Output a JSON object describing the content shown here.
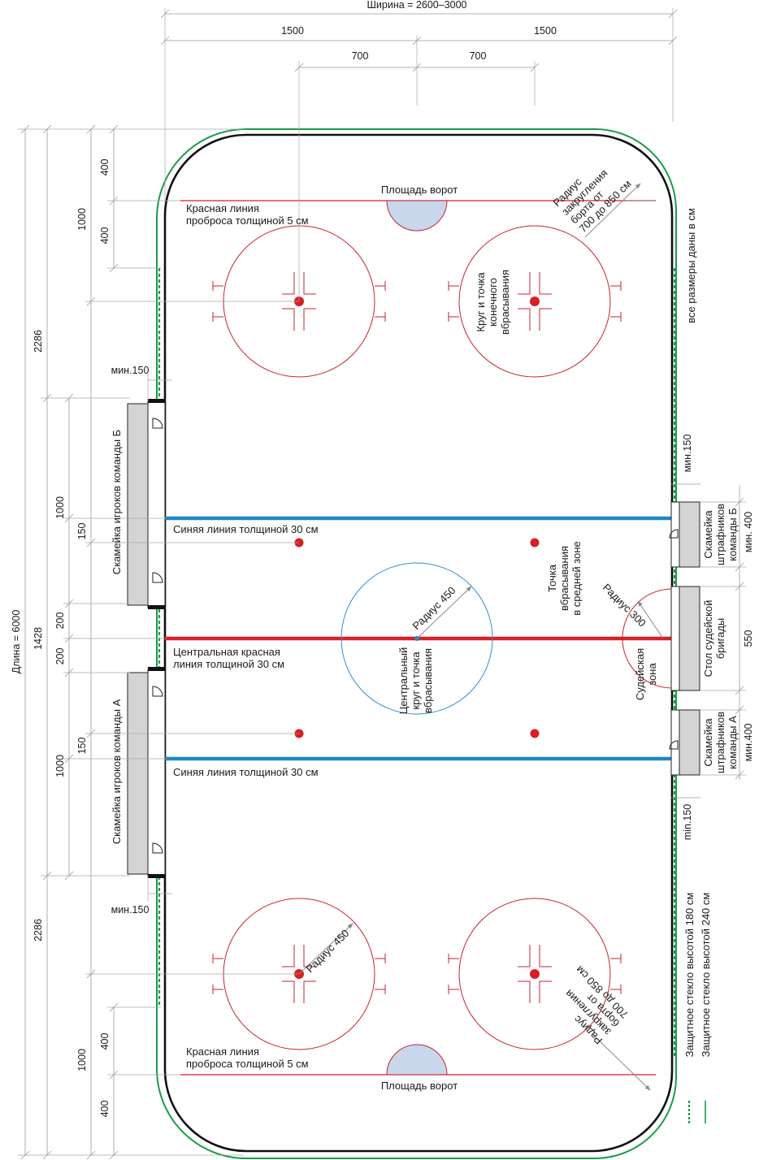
{
  "colors": {
    "red": "#d81f26",
    "blue": "#1f87c6",
    "thin_red": "#c8232c",
    "thin_blue": "#2e8fcf",
    "green": "#1a9b48",
    "board": "#111111",
    "bench_fill": "#d4d4d4",
    "crease_fill": "#c9d7ec",
    "arrow": "#8a8a8a"
  },
  "labels": {
    "width_total": "Ширина = 2600–3000",
    "half_width_left": "1500",
    "half_width_right": "1500",
    "faceoff_offset_left": "700",
    "faceoff_offset_right": "700",
    "length_total": "Длина = 6000",
    "zone_top": "2286",
    "zone_mid": "1428",
    "zone_bottom": "2286",
    "goal_line_top_dist": "1000",
    "goal_line_top_400a": "400",
    "goal_line_top_400b": "400",
    "goal_line_bottom_dist": "1000",
    "goal_line_bottom_400a": "400",
    "goal_line_bottom_400b": "400",
    "bench_b_len": "1000",
    "bench_a_len": "1000",
    "bench_b_150": "150",
    "bench_a_150": "150",
    "center_200a": "200",
    "center_200b": "200",
    "min150_top_left": "мин.150",
    "min150_bottom_left": "мин.150",
    "min150_right_top": "мин.150",
    "min150_right_bottom": "min.150",
    "penalty_b_min400": "мин. 400",
    "penalty_a_min400": "мин.400",
    "official_550": "550",
    "goal_crease_top": "Площадь ворот",
    "goal_crease_bottom": "Площадь ворот",
    "goal_line_top_1": "Красная линия",
    "goal_line_top_2": "проброса толщиной 5 см",
    "goal_line_bottom_1": "Красная линия",
    "goal_line_bottom_2": "проброса толщиной 5 см",
    "corner_radius_1": "Радиус",
    "corner_radius_2": "закругления",
    "corner_radius_3": "борта от",
    "corner_radius_4": "700 до 850 см",
    "end_faceoff_1": "Круг и точка",
    "end_faceoff_2": "конечного",
    "end_faceoff_3": "вбрасывания",
    "all_dims": "все размеры даны в см",
    "blue_line_top": "Синяя линия толщиной 30 см",
    "blue_line_bottom": "Синяя линия толщиной 30 см",
    "center_line_1": "Центральная красная",
    "center_line_2": "линия толщиной 30 см",
    "neutral_spot_1": "Точка",
    "neutral_spot_2": "вбрасывания",
    "neutral_spot_3": "в средней зоне",
    "center_radius": "Радиус 450",
    "center_circle_1": "Центральный",
    "center_circle_2": "круг и точка",
    "center_circle_3": "вбрасывания",
    "referee_radius": "Радиус 300",
    "referee_zone_1": "Судейская",
    "referee_zone_2": "зона",
    "bench_team_b": "Скамейка игроков команды Б",
    "bench_team_a": "Скамейка игроков команды А",
    "penalty_b_1": "Скамейка",
    "penalty_b_2": "штрафников",
    "penalty_b_3": "команды Б",
    "officials_1": "Стол судейской",
    "officials_2": "бригады",
    "penalty_a_1": "Скамейка",
    "penalty_a_2": "штрафников",
    "penalty_a_3": "команды А",
    "end_radius": "Радиус 450",
    "glass_180": "Защитное стекло высотой 180 см",
    "glass_240": "Защитное стекло высотой 240 см"
  }
}
